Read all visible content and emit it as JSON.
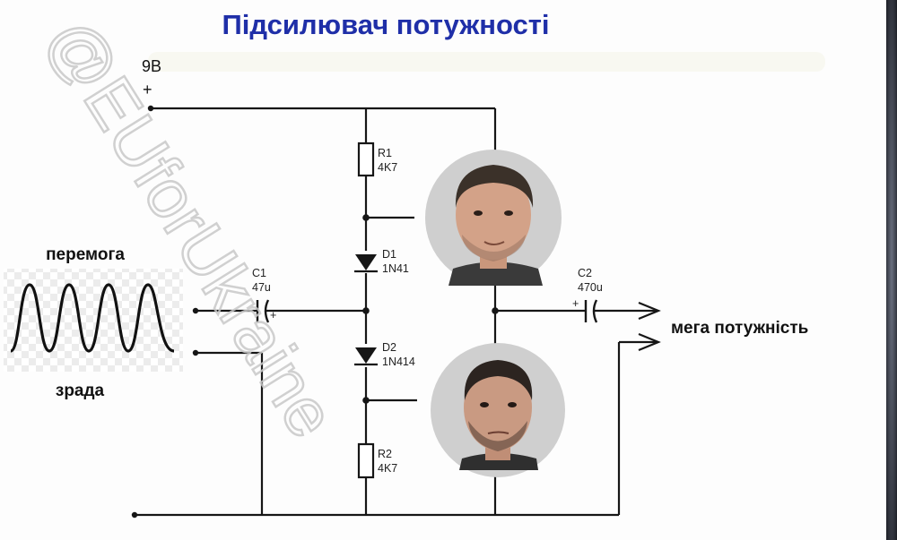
{
  "title": "Підсилювач потужності",
  "supply": {
    "voltage": "9В",
    "polarity": "+"
  },
  "components": {
    "r1": {
      "ref": "R1",
      "value": "4K7"
    },
    "r2": {
      "ref": "R2",
      "value": "4K7"
    },
    "d1": {
      "ref": "D1",
      "value": "1N41"
    },
    "d2": {
      "ref": "D2",
      "value": "1N414"
    },
    "c1": {
      "ref": "C1",
      "value": "47u",
      "polarity": "+"
    },
    "c2": {
      "ref": "C2",
      "value": "470u",
      "polarity": "+"
    }
  },
  "input": {
    "top_label": "перемога",
    "bottom_label": "зрада"
  },
  "output": {
    "label": "мега потужність"
  },
  "watermark": "@EUforUkraine",
  "colors": {
    "title": "#1f2fa8",
    "wire": "#161616",
    "watermark": "#c9c9c9",
    "photo_circle": "#cfcfcf"
  }
}
